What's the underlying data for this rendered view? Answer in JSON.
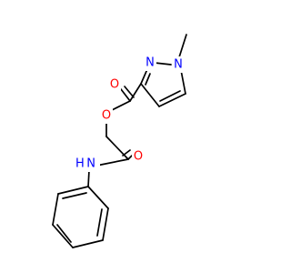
{
  "molecule": {
    "colors": {
      "carbon": "#000000",
      "nitrogen": "#0000FF",
      "oxygen": "#FF0000",
      "background": "#FFFFFF"
    },
    "atoms": [
      {
        "id": "n1",
        "symbol": "N",
        "label": "N",
        "color": "nitrogen"
      },
      {
        "id": "n2",
        "symbol": "N",
        "label": "N",
        "color": "nitrogen"
      },
      {
        "id": "o_carbonyl_ester",
        "symbol": "O",
        "label": "O",
        "color": "oxygen"
      },
      {
        "id": "o_ester",
        "symbol": "O",
        "label": "O",
        "color": "oxygen"
      },
      {
        "id": "o_amide",
        "symbol": "O",
        "label": "O",
        "color": "oxygen"
      },
      {
        "id": "n_amide",
        "symbol": "N",
        "label": "H N",
        "color": "nitrogen"
      }
    ]
  }
}
